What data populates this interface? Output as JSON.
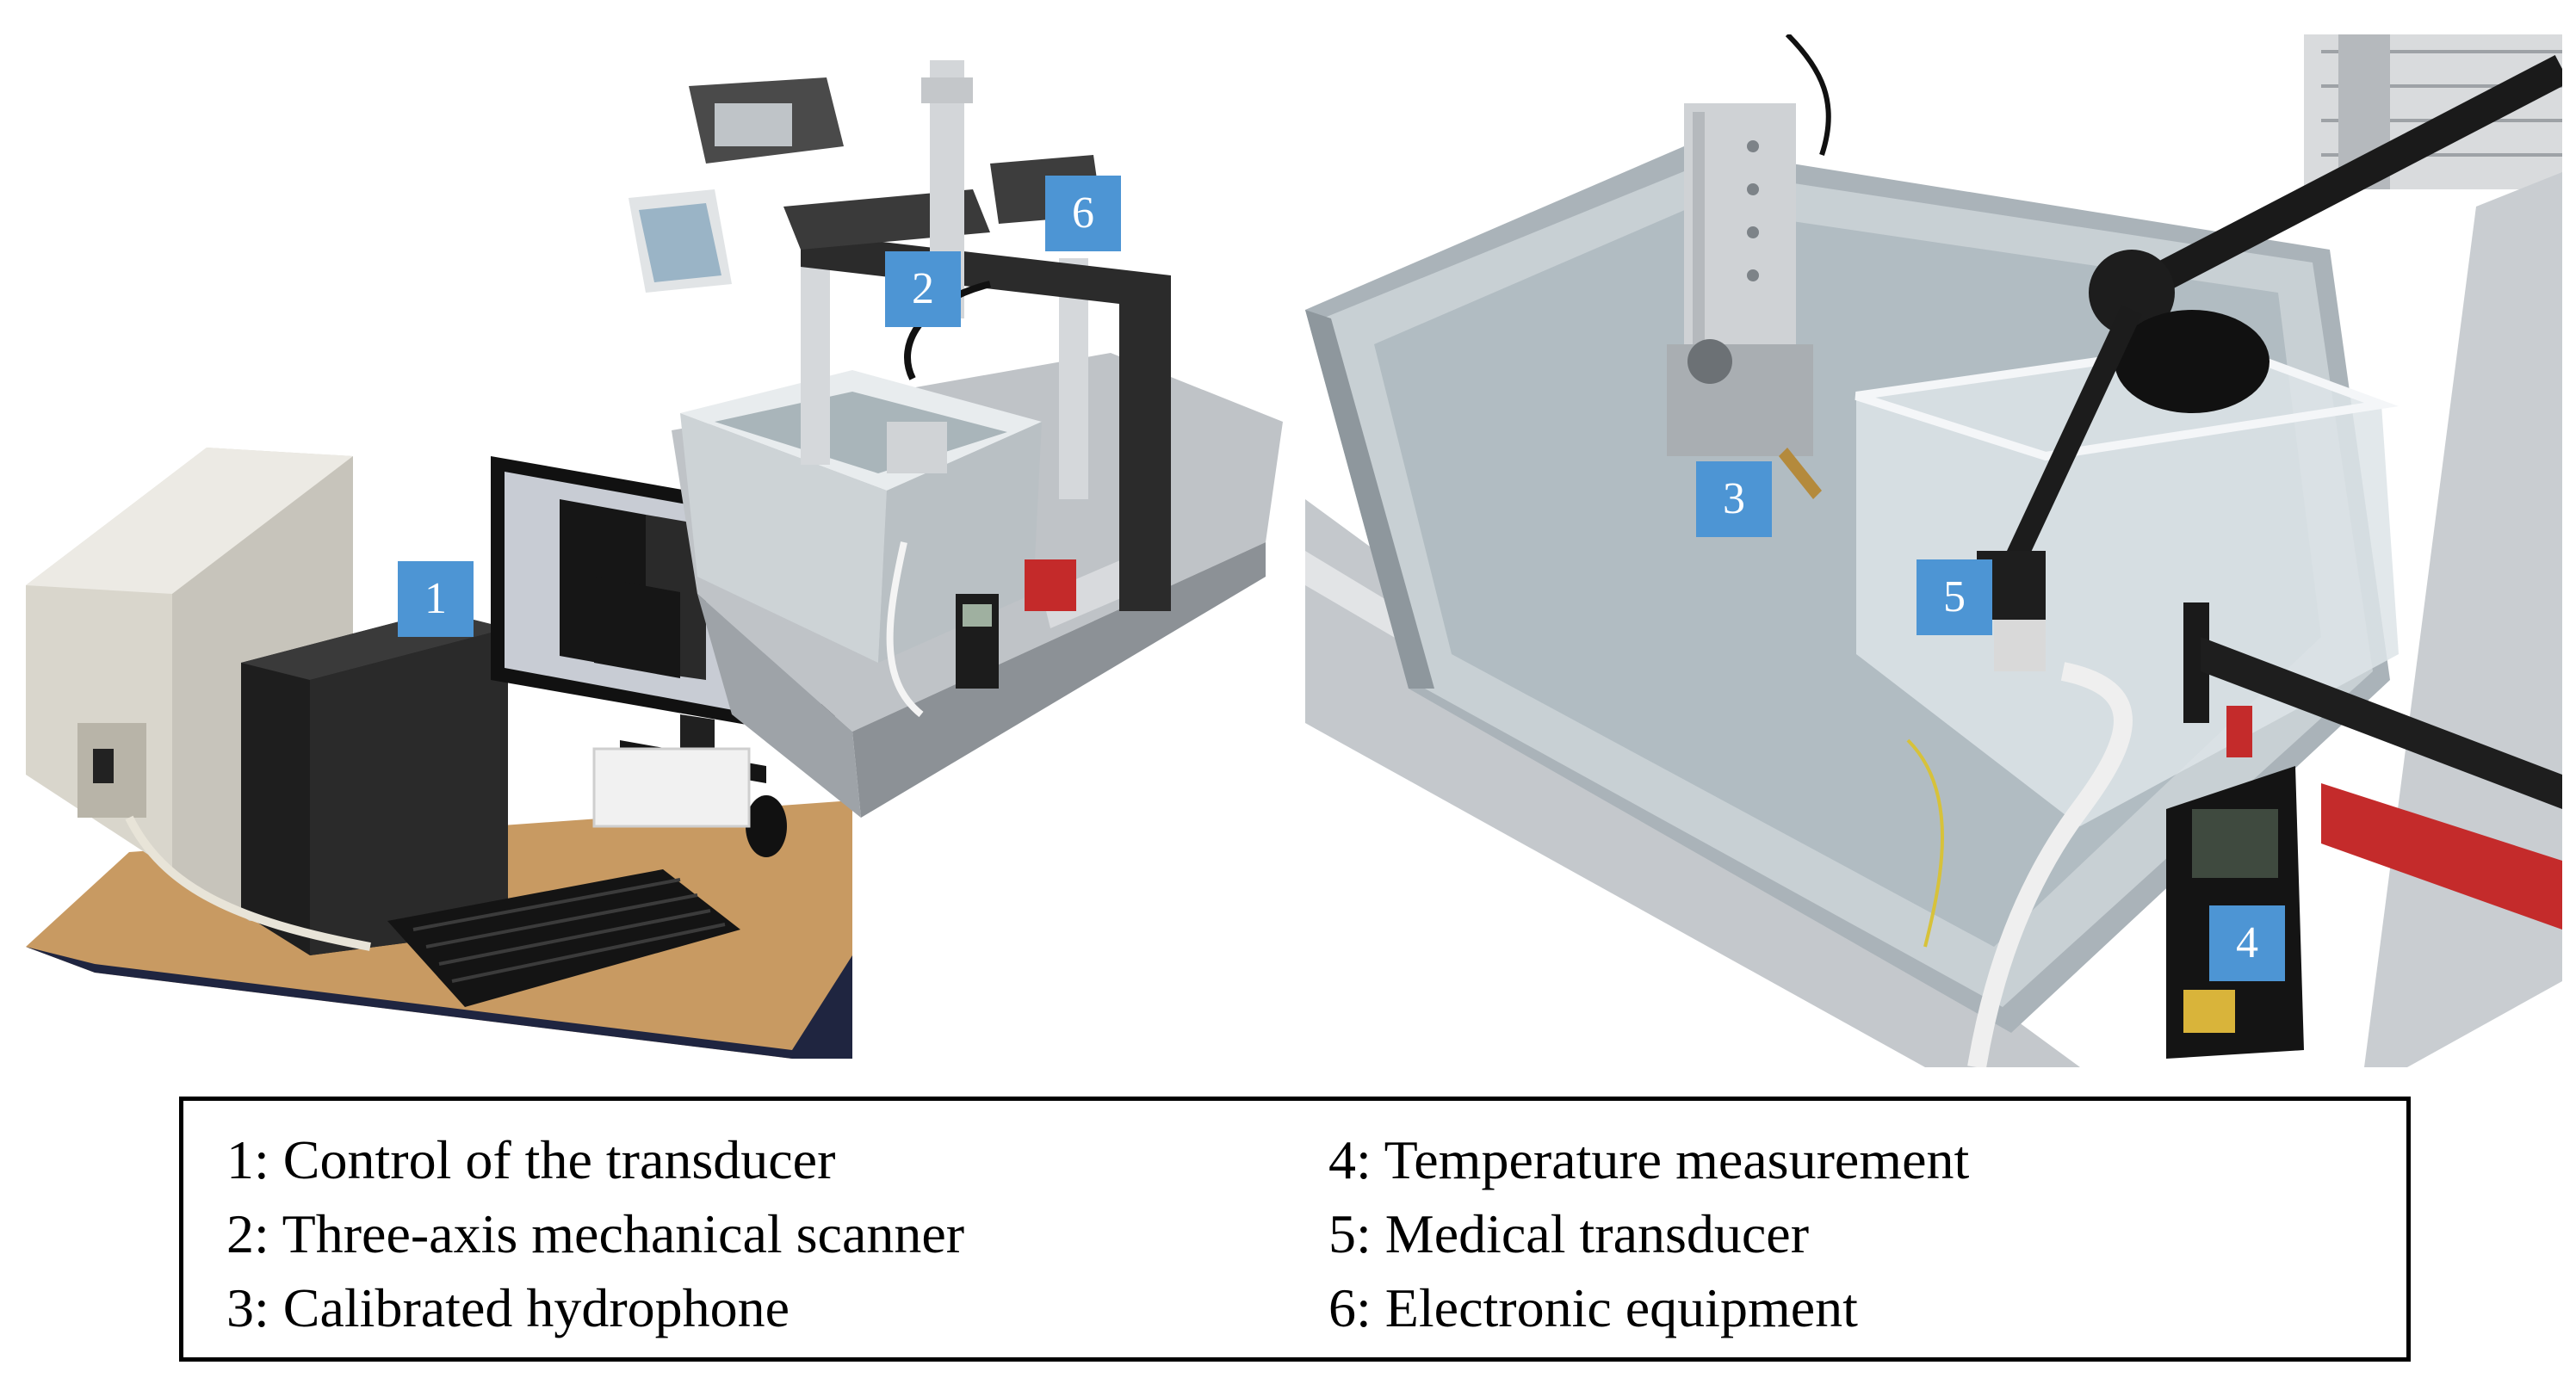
{
  "markers": {
    "m1": "1",
    "m2": "2",
    "m3": "3",
    "m4": "4",
    "m5": "5",
    "m6": "6"
  },
  "legend": {
    "items": [
      "1: Control of the transducer",
      "2: Three-axis mechanical scanner",
      "3: Calibrated hydrophone",
      "4: Temperature measurement",
      "5: Medical transducer",
      "6: Electronic equipment"
    ]
  },
  "colors": {
    "marker_fill": "#4d95d4",
    "marker_text": "#ffffff",
    "legend_border": "#000000"
  }
}
